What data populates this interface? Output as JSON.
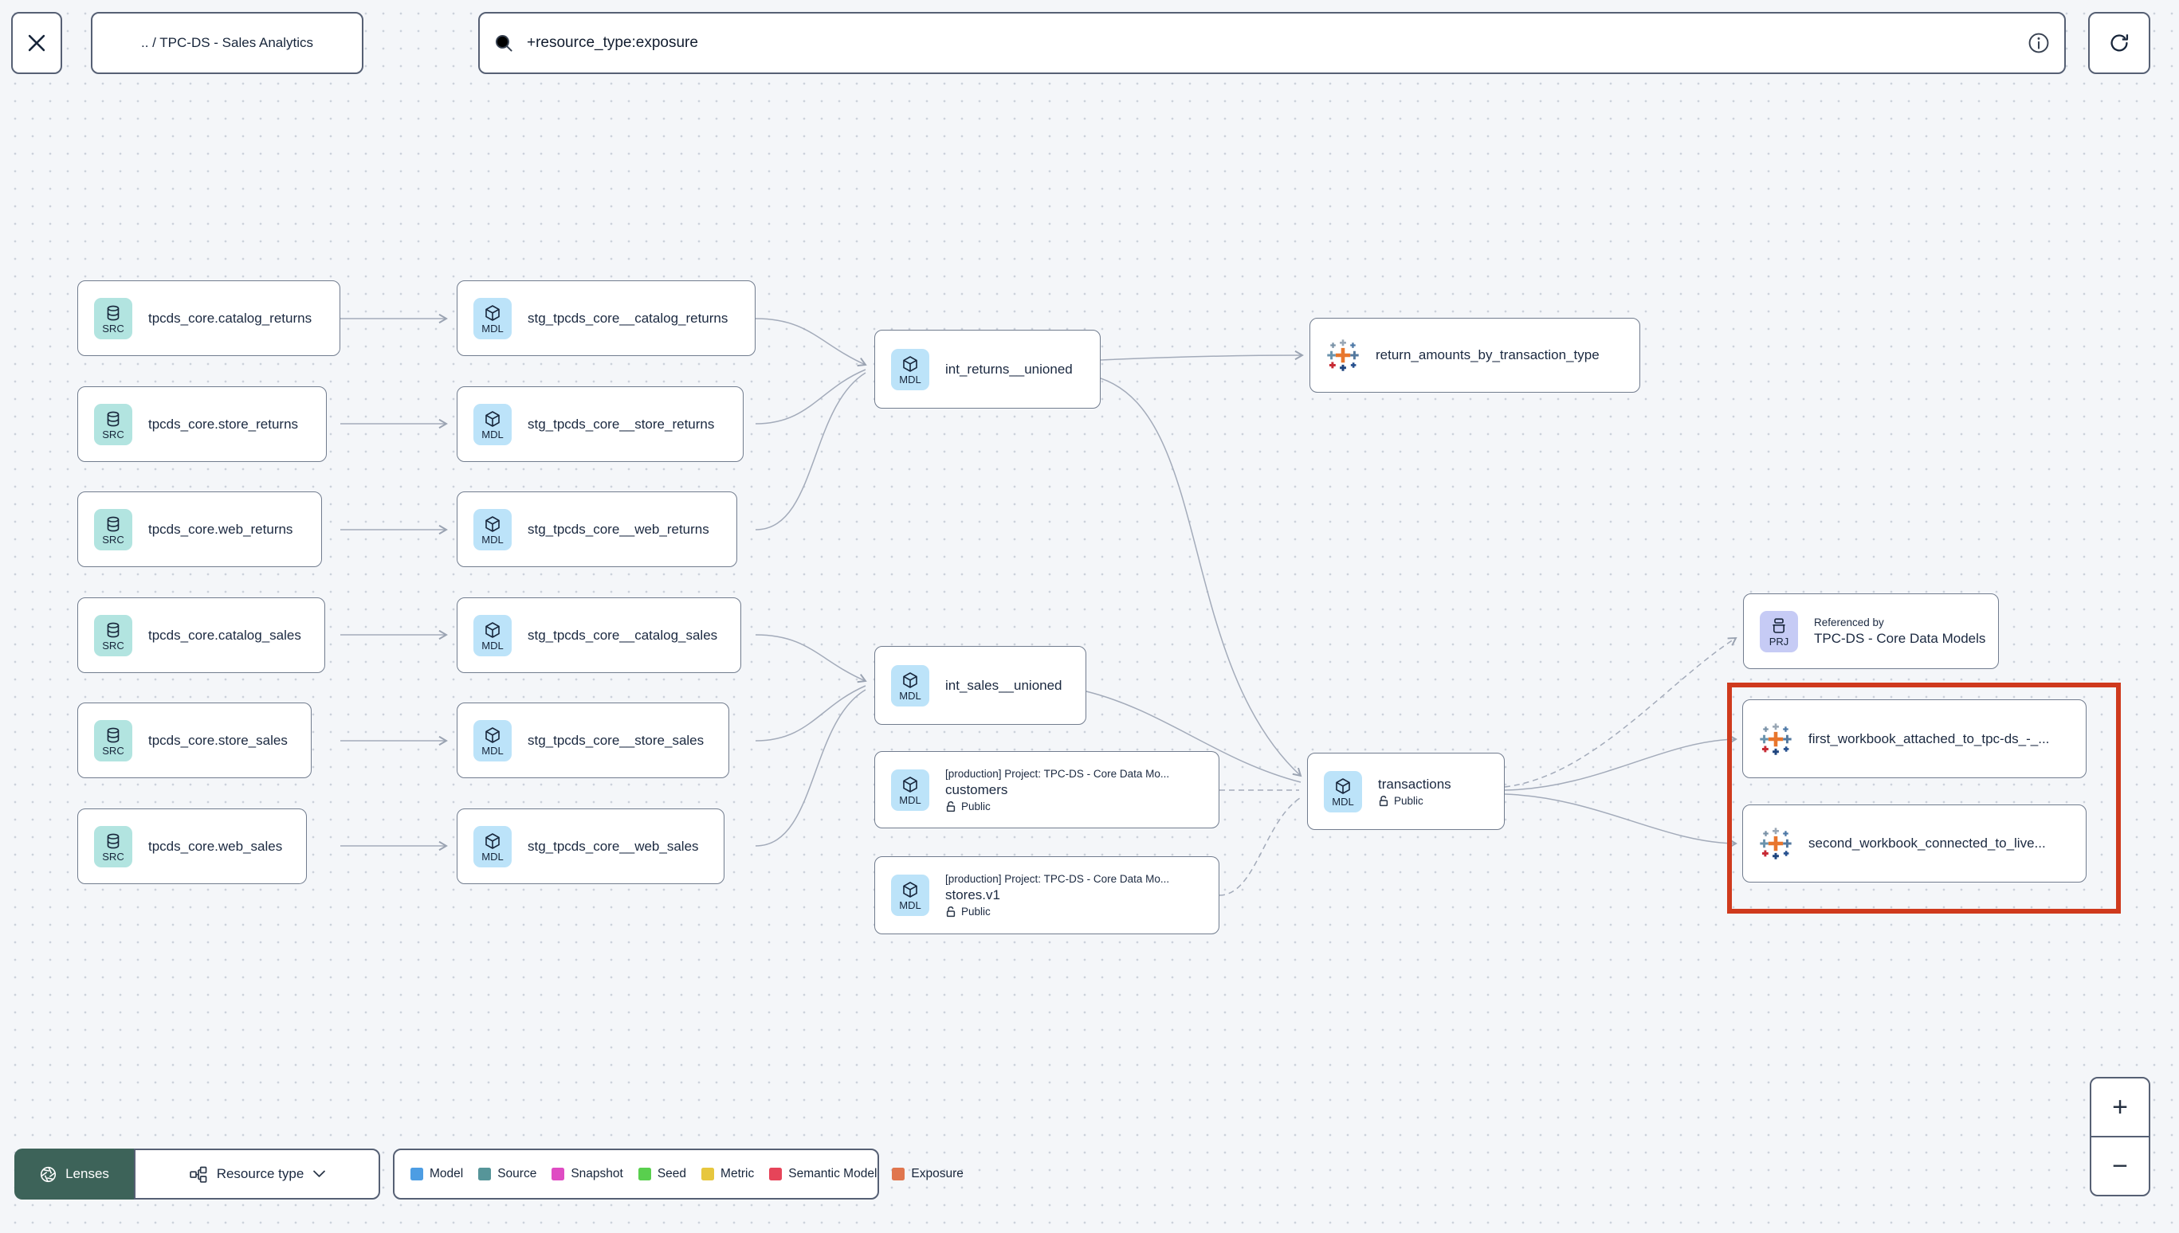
{
  "header": {
    "breadcrumb": ".. / TPC-DS - Sales Analytics",
    "search_value": "+resource_type:exposure"
  },
  "graph": {
    "sources": [
      {
        "badge": "SRC",
        "label": "tpcds_core.catalog_returns"
      },
      {
        "badge": "SRC",
        "label": "tpcds_core.store_returns"
      },
      {
        "badge": "SRC",
        "label": "tpcds_core.web_returns"
      },
      {
        "badge": "SRC",
        "label": "tpcds_core.catalog_sales"
      },
      {
        "badge": "SRC",
        "label": "tpcds_core.store_sales"
      },
      {
        "badge": "SRC",
        "label": "tpcds_core.web_sales"
      }
    ],
    "staging": [
      {
        "badge": "MDL",
        "label": "stg_tpcds_core__catalog_returns"
      },
      {
        "badge": "MDL",
        "label": "stg_tpcds_core__store_returns"
      },
      {
        "badge": "MDL",
        "label": "stg_tpcds_core__web_returns"
      },
      {
        "badge": "MDL",
        "label": "stg_tpcds_core__catalog_sales"
      },
      {
        "badge": "MDL",
        "label": "stg_tpcds_core__store_sales"
      },
      {
        "badge": "MDL",
        "label": "stg_tpcds_core__web_sales"
      }
    ],
    "int_returns": {
      "badge": "MDL",
      "label": "int_returns__unioned"
    },
    "int_sales": {
      "badge": "MDL",
      "label": "int_sales__unioned"
    },
    "customers": {
      "badge": "MDL",
      "project": "[production] Project: TPC-DS - Core Data Mo...",
      "label": "customers",
      "access": "Public"
    },
    "stores": {
      "badge": "MDL",
      "project": "[production] Project: TPC-DS - Core Data Mo...",
      "label": "stores.v1",
      "access": "Public"
    },
    "transactions": {
      "badge": "MDL",
      "label": "transactions",
      "access": "Public"
    },
    "exposure_returns": {
      "label": "return_amounts_by_transaction_type"
    },
    "referenced_by": {
      "badge": "PRJ",
      "title": "Referenced by",
      "label": "TPC-DS - Core Data Models"
    },
    "workbook_first": {
      "label": "first_workbook_attached_to_tpc-ds_-_..."
    },
    "workbook_second": {
      "label": "second_workbook_connected_to_live..."
    },
    "highlight_color": "#cf3a1d"
  },
  "footer": {
    "lenses_label": "Lenses",
    "resource_type_label": "Resource type",
    "legend": [
      {
        "label": "Model",
        "color": "#4d9de3"
      },
      {
        "label": "Source",
        "color": "#569599"
      },
      {
        "label": "Snapshot",
        "color": "#df4cc3"
      },
      {
        "label": "Seed",
        "color": "#59cf4e"
      },
      {
        "label": "Metric",
        "color": "#e7c73e"
      },
      {
        "label": "Semantic Model",
        "color": "#e64459"
      },
      {
        "label": "Exposure",
        "color": "#e0764e"
      }
    ]
  },
  "zoom": {
    "in_label": "+",
    "out_label": "−"
  }
}
